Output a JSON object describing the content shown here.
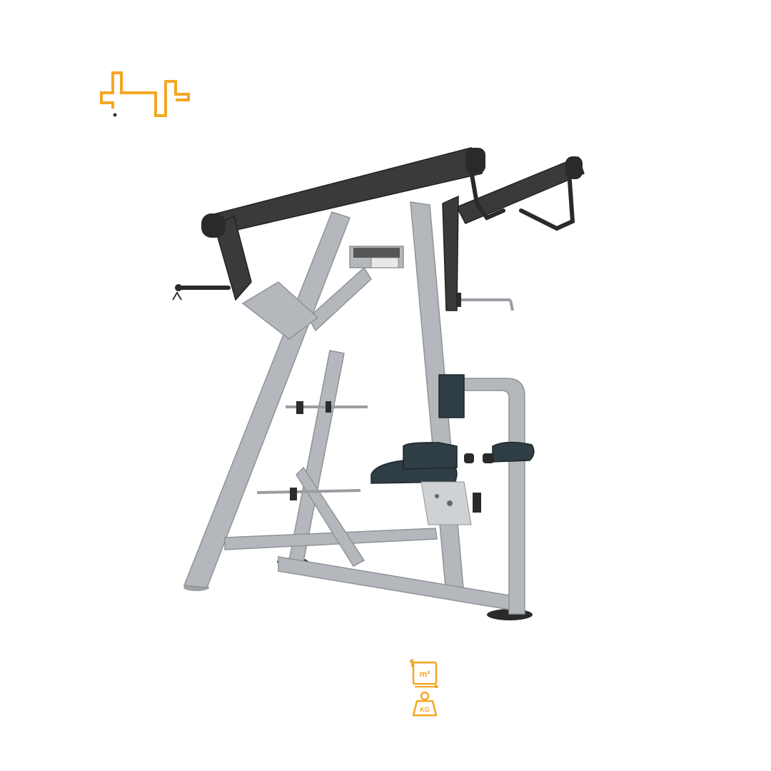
{
  "brand": {
    "accent_color": "#F5A623",
    "logo_icon": "pulse-line-logo"
  },
  "product": {
    "image_icon": "lat-pulldown-machine"
  },
  "specs": {
    "area": {
      "icon": "area-m2-icon",
      "unit_label": "m²",
      "value": ""
    },
    "weight": {
      "icon": "weight-kg-icon",
      "unit_label": "KG",
      "value": ""
    }
  }
}
